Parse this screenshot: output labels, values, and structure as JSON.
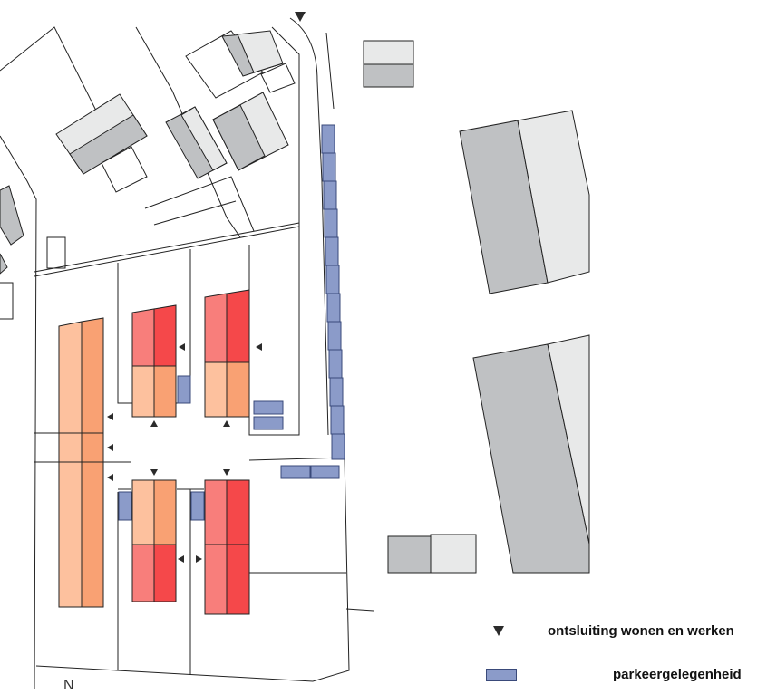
{
  "map": {
    "colors": {
      "parcel_line": "#222222",
      "existing_building_dark": "#bfc1c3",
      "existing_building_light": "#e8e9e9",
      "new_house_orange_light": "#fdc19e",
      "new_house_orange_dark": "#f9a173",
      "new_house_red_light": "#f87e7b",
      "new_house_red_dark": "#f5484a",
      "parking": "#8b9bc9",
      "parking_edge": "#3a4a7a",
      "access_arrow": "#2b2b2b"
    }
  },
  "legend": {
    "access_label": "ontsluiting wonen en werken",
    "access_icon": "triangle-down-icon",
    "parking_label": "parkeergelegenheid",
    "parking_icon": "parking-bay-icon"
  },
  "north_marker": "N"
}
